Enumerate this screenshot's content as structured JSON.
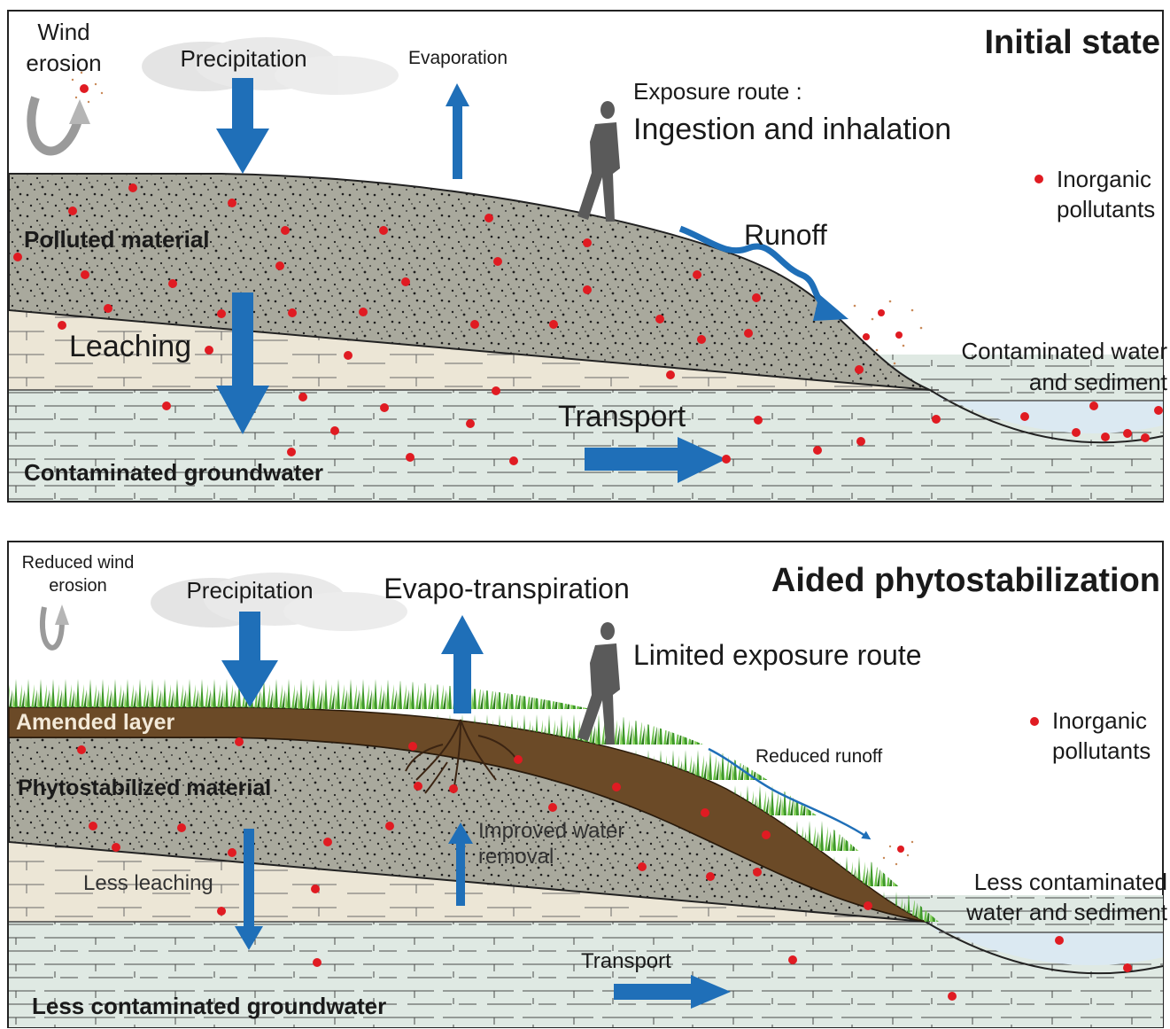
{
  "top": {
    "title": "Initial state",
    "wind_erosion": [
      "Wind",
      "erosion"
    ],
    "precipitation": "Precipitation",
    "evaporation": "Evaporation",
    "exposure_route_label": "Exposure route :",
    "exposure_route_value": "Ingestion and inhalation",
    "legend_pollutants": [
      "Inorganic",
      "pollutants"
    ],
    "polluted_material": "Polluted material",
    "runoff": "Runoff",
    "leaching": "Leaching",
    "contaminated_water": [
      "Contaminated water",
      "and sediment"
    ],
    "transport": "Transport",
    "groundwater": "Contaminated groundwater"
  },
  "bottom": {
    "title": "Aided phytostabilization",
    "wind_erosion": [
      "Reduced wind",
      "erosion"
    ],
    "precipitation": "Precipitation",
    "evapotranspiration": "Evapo-transpiration",
    "exposure_route": "Limited exposure route",
    "legend_pollutants": [
      "Inorganic",
      "pollutants"
    ],
    "amended_layer": "Amended layer",
    "reduced_runoff": "Reduced runoff",
    "phytostabilized_material": "Phytostabilized material",
    "improved_water_removal": [
      "Improved water",
      "removal"
    ],
    "less_leaching": "Less leaching",
    "less_contaminated_water": [
      "Less contaminated",
      "water and sediment"
    ],
    "transport": "Transport",
    "groundwater": "Less contaminated groundwater"
  },
  "colors": {
    "arrow_blue": "#1f6fb8",
    "polluted_gray": "#a9a99d",
    "limestone": "#dfe9e3",
    "sand_band": "#ece6d6",
    "amended_brown": "#6b4a27",
    "grass_green": "#3f9a2a",
    "pollutant_red": "#e01b22",
    "water_blue": "#dbe9f2"
  }
}
